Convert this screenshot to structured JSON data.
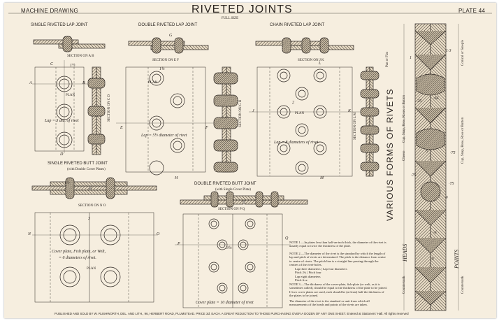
{
  "header": {
    "left": "MACHINE DRAWING",
    "title": "RIVETED JOINTS",
    "subtitle": "FULL SIZE",
    "right": "PLATE 44"
  },
  "joints": {
    "single_lap": {
      "title": "SINGLE RIVETED LAP JOINT",
      "section_ab": "SECTION ON A B",
      "section_cd": "SECTION ON C D",
      "plan": "PLAN",
      "note": "Lap = 3 dia. of rivet"
    },
    "double_lap": {
      "title": "DOUBLE RIVETED LAP JOINT",
      "section_ef": "SECTION ON E F",
      "section_gh": "SECTION ON G H",
      "plan": "PLAN",
      "note": "Lap = 5½ diameter of rivet"
    },
    "chain_lap": {
      "title": "CHAIN RIVETED LAP JOINT",
      "section_jk": "SECTION ON J K",
      "section_lm": "SECTION ON L M",
      "plan": "PLAN",
      "note": "Lap = 8 diameters of rivet"
    },
    "single_butt": {
      "title": "SINGLE RIVETED BUTT JOINT",
      "subtitle": "(with Double Cover Plates)",
      "section_no": "SECTION ON N O",
      "plan": "PLAN",
      "note_line1": "Cover plate, Fish plate, or Welt,",
      "note_line2": "= 6 diameters of rivet."
    },
    "double_butt": {
      "title": "DOUBLE RIVETED BUTT JOINT",
      "subtitle": "(with Single Cover Plate)",
      "section_pq": "SECTION ON P Q",
      "note": "Cover plate = 10 diameter of rivet"
    }
  },
  "letters": {
    "A": "A",
    "B": "B",
    "C": "C",
    "D": "D",
    "E": "E",
    "F": "F",
    "G": "G",
    "H": "H",
    "J": "J",
    "K": "K",
    "L": "L",
    "M": "M",
    "N": "N",
    "O": "O",
    "P": "P",
    "Q": "Q"
  },
  "dims": {
    "d1": "1½",
    "d2": "1¾",
    "d3": "2",
    "d4": "3",
    "d5": "3¼",
    "d6": "1½",
    "d7": "¾",
    "d8": "1¾"
  },
  "rivets": {
    "title": "VARIOUS FORMS OF RIVETS",
    "labels": [
      "Pan or Flat",
      "Cup, Snap, Rose, Roses or Button",
      "Conical or Steeple",
      "Cheese",
      "Cup, Snap, Rose, Rose or Button",
      "Countersunk",
      "Countersunk",
      "HEADS",
      "POINTS"
    ],
    "dims": [
      "1",
      "1·3",
      "·66",
      "·25",
      "·5",
      "·75",
      "·75",
      "·75",
      "·9",
      "·6",
      "·9"
    ]
  },
  "notes": {
    "n1": "NOTE 1.—In plates less than half-an-inch thick, the diameter of the rivet is usually equal to twice the thickness of the plate.",
    "n2": "NOTE 2.—The diameter of the rivet is the standard by which the length of lap and pitch of rivets are determined. The pitch is the distance from centre to centre of rivets. The pitch line is a straight line passing through the centres of the rivet-holes.",
    "lap_table": [
      "Lap three diameters  |  Lap four diameters",
      "Pitch 2¼  |  Pitch four",
      "Lap eight diameters",
      "Pitch five"
    ],
    "n3": "NOTE 3.—The thickness of the cover-plate, fish-plate (or welt, as it is sometimes called), should be equal to the thickness of the plate to be joined. If two cover plates are used, each should be (at least) half the thickness of the plates to be joined.",
    "n4": "The diameter of the rivet is the standard or unit from which all measurements of the heads and points of the rivets are taken."
  },
  "footer": "PUBLISHED AND SOLD BY W. RUSHWORTH, DEL. AND LITH., 96, HERBERT ROAD, PLUMSTEAD. PRICE 3d. EACH.  A GREAT REDUCTION TO THOSE PURCHASING OVER A DOZEN OF ANY ONE SHEET.  Entered at Stationers' Hall.  All rights reserved"
}
